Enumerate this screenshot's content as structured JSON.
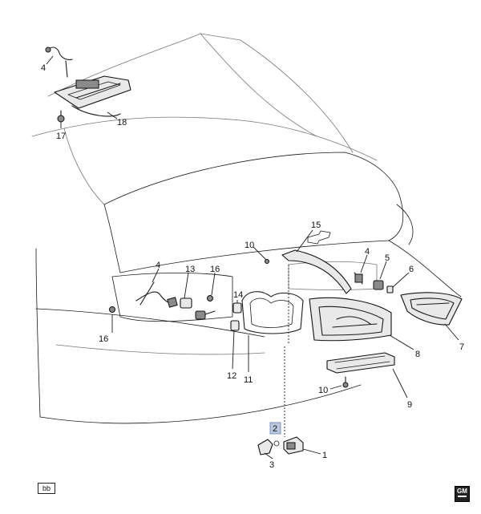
{
  "diagram": {
    "callouts": {
      "c1": "1",
      "c2": "2",
      "c3": "3",
      "c4a": "4",
      "c4b": "4",
      "c4c": "4",
      "c5": "5",
      "c6": "6",
      "c7": "7",
      "c8": "8",
      "c9": "9",
      "c10a": "10",
      "c10b": "10",
      "c11": "11",
      "c12": "12",
      "c13": "13",
      "c14": "14",
      "c15": "15",
      "c16a": "16",
      "c16b": "16",
      "c17": "17",
      "c18": "18"
    },
    "highlighted_callout": "2",
    "highlight_color": "#b9c8e0",
    "figure_code": "bb",
    "logo_text": "GM"
  }
}
